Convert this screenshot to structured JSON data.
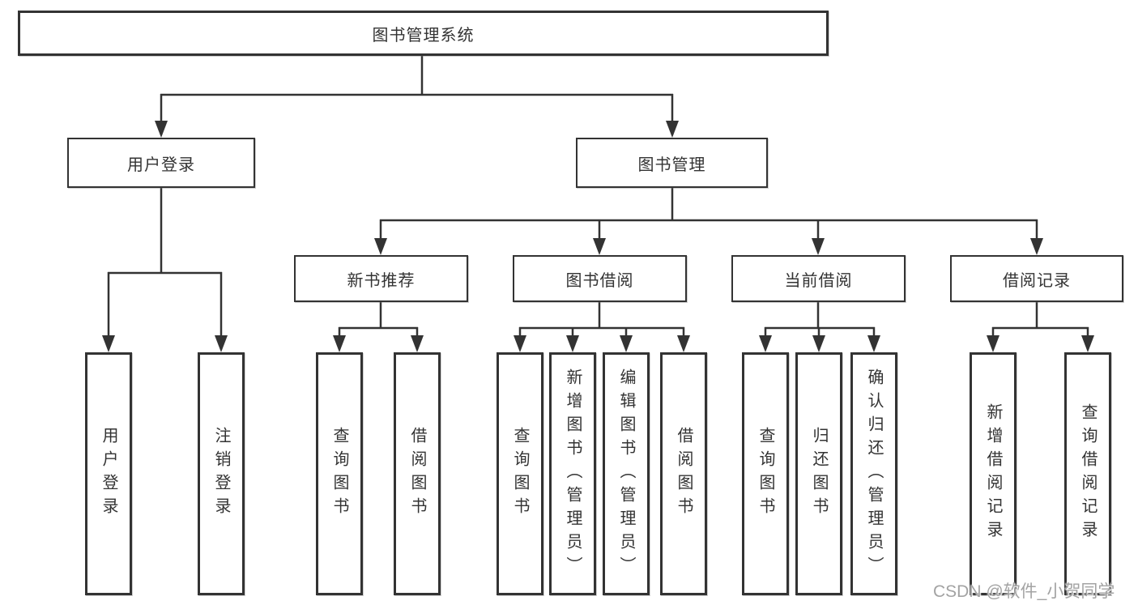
{
  "nodes": {
    "root": "图书管理系统",
    "user_login": "用户登录",
    "book_mgmt": "图书管理",
    "new_book_rec": "新书推荐",
    "book_borrow": "图书借阅",
    "current_borrow": "当前借阅",
    "borrow_records": "借阅记录",
    "leaf_user_login": "用户登录",
    "leaf_logout": "注销登录",
    "leaf_query_book_rec": "查询图书",
    "leaf_borrow_book_rec": "借阅图书",
    "leaf_query_book_borrow": "查询图书",
    "leaf_add_book_admin": "新增图书（管理员）",
    "leaf_edit_book_admin": "编辑图书（管理员）",
    "leaf_borrow_book_borrow": "借阅图书",
    "leaf_query_book_current": "查询图书",
    "leaf_return_book": "归还图书",
    "leaf_confirm_return_admin": "确认归还（管理员）",
    "leaf_add_borrow_record": "新增借阅记录",
    "leaf_query_borrow_record": "查询借阅记录"
  },
  "colors": {
    "line": "#333333",
    "text": "#333333",
    "background": "#ffffff",
    "watermark": "#a3a3a3"
  },
  "watermark": "CSDN @软件_小贺同学"
}
